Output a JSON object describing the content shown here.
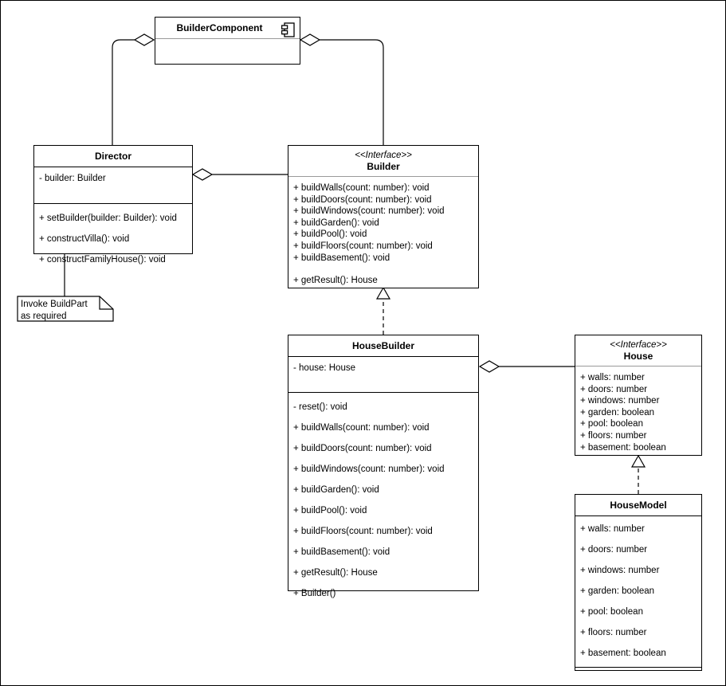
{
  "diagram": {
    "type": "uml-class-diagram",
    "title": "Builder Pattern Class Diagram",
    "background": "#ffffff",
    "line_color": "#000000"
  },
  "classes": {
    "builder_component": {
      "name": "BuilderComponent",
      "icon": "component-icon",
      "attributes": [],
      "methods": []
    },
    "director": {
      "name": "Director",
      "attributes": [
        "- builder: Builder"
      ],
      "methods": [
        "+ setBuilder(builder: Builder): void",
        "+ constructVilla(): void",
        "+ constructFamilyHouse(): void"
      ]
    },
    "builder": {
      "stereotype": "<<Interface>>",
      "name": "Builder",
      "attributes": [],
      "methods": [
        "+ buildWalls(count: number): void",
        "+ buildDoors(count: number): void",
        "+ buildWindows(count: number): void",
        "+ buildGarden(): void",
        "+ buildPool(): void",
        "+ buildFloors(count: number): void",
        "+ buildBasement(): void"
      ],
      "methods_after_gap": [
        "+ getResult(): House"
      ]
    },
    "house_builder": {
      "name": "HouseBuilder",
      "attributes": [
        "- house: House"
      ],
      "methods": [
        "- reset(): void",
        "+ buildWalls(count: number): void",
        "+ buildDoors(count: number): void",
        "+ buildWindows(count: number): void",
        "+ buildGarden(): void",
        "+ buildPool(): void",
        "+ buildFloors(count: number): void",
        "+ buildBasement(): void",
        "+ getResult(): House",
        "+ Builder()"
      ]
    },
    "house": {
      "stereotype": "<<Interface>>",
      "name": "House",
      "attributes": [
        "+ walls: number",
        "+ doors: number",
        "+ windows: number",
        "+ garden: boolean",
        "+ pool: boolean",
        "+ floors: number",
        "+ basement: boolean"
      ],
      "methods": []
    },
    "house_model": {
      "name": "HouseModel",
      "attributes": [
        "+ walls: number",
        "+ doors: number",
        "+ windows: number",
        "+ garden: boolean",
        "+ pool: boolean",
        "+ floors: number",
        "+ basement: boolean"
      ],
      "methods": []
    }
  },
  "note": {
    "line1": "Invoke BuildPart",
    "line2": "as required"
  },
  "relationships": [
    {
      "from": "BuilderComponent",
      "to": "Director",
      "type": "aggregation"
    },
    {
      "from": "BuilderComponent",
      "to": "Builder",
      "type": "aggregation"
    },
    {
      "from": "Director",
      "to": "Builder",
      "type": "aggregation"
    },
    {
      "from": "HouseBuilder",
      "to": "Builder",
      "type": "realization"
    },
    {
      "from": "HouseBuilder",
      "to": "House",
      "type": "aggregation"
    },
    {
      "from": "HouseModel",
      "to": "House",
      "type": "realization"
    },
    {
      "from": "Director",
      "to": "Note",
      "type": "note-link"
    }
  ]
}
